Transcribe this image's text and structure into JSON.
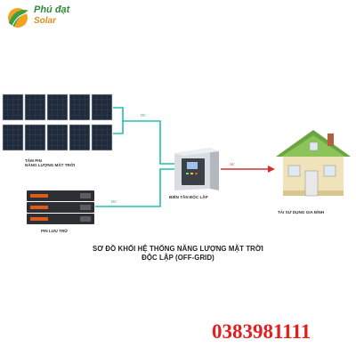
{
  "brand": {
    "line1": "Phú đạt",
    "line2": "Solar"
  },
  "labels": {
    "panels": [
      "TẤM PIN",
      "NĂNG LƯỢNG MẶT TRỜI"
    ],
    "inverter": "BIẾN TẦN ĐỘC LẬP",
    "house": "TẢI SỬ DỤNG GIA ĐÌNH",
    "battery": "PIN LƯU TRỮ"
  },
  "flows": {
    "dc_top": "DC",
    "dc_bottom": "DC",
    "ac": "AC"
  },
  "title": {
    "line1": "SƠ ĐỒ KHỐI HỆ THỐNG NĂNG LƯỢNG MẶT TRỜI",
    "line2": "ĐỘC LẬP (OFF-GRID)"
  },
  "phone": "0383981111",
  "colors": {
    "dc_line": "#20c0b0",
    "ac_line": "#d03030",
    "phone": "#e02020",
    "brand_green": "#2e8b3a",
    "brand_orange": "#e08a1e"
  }
}
